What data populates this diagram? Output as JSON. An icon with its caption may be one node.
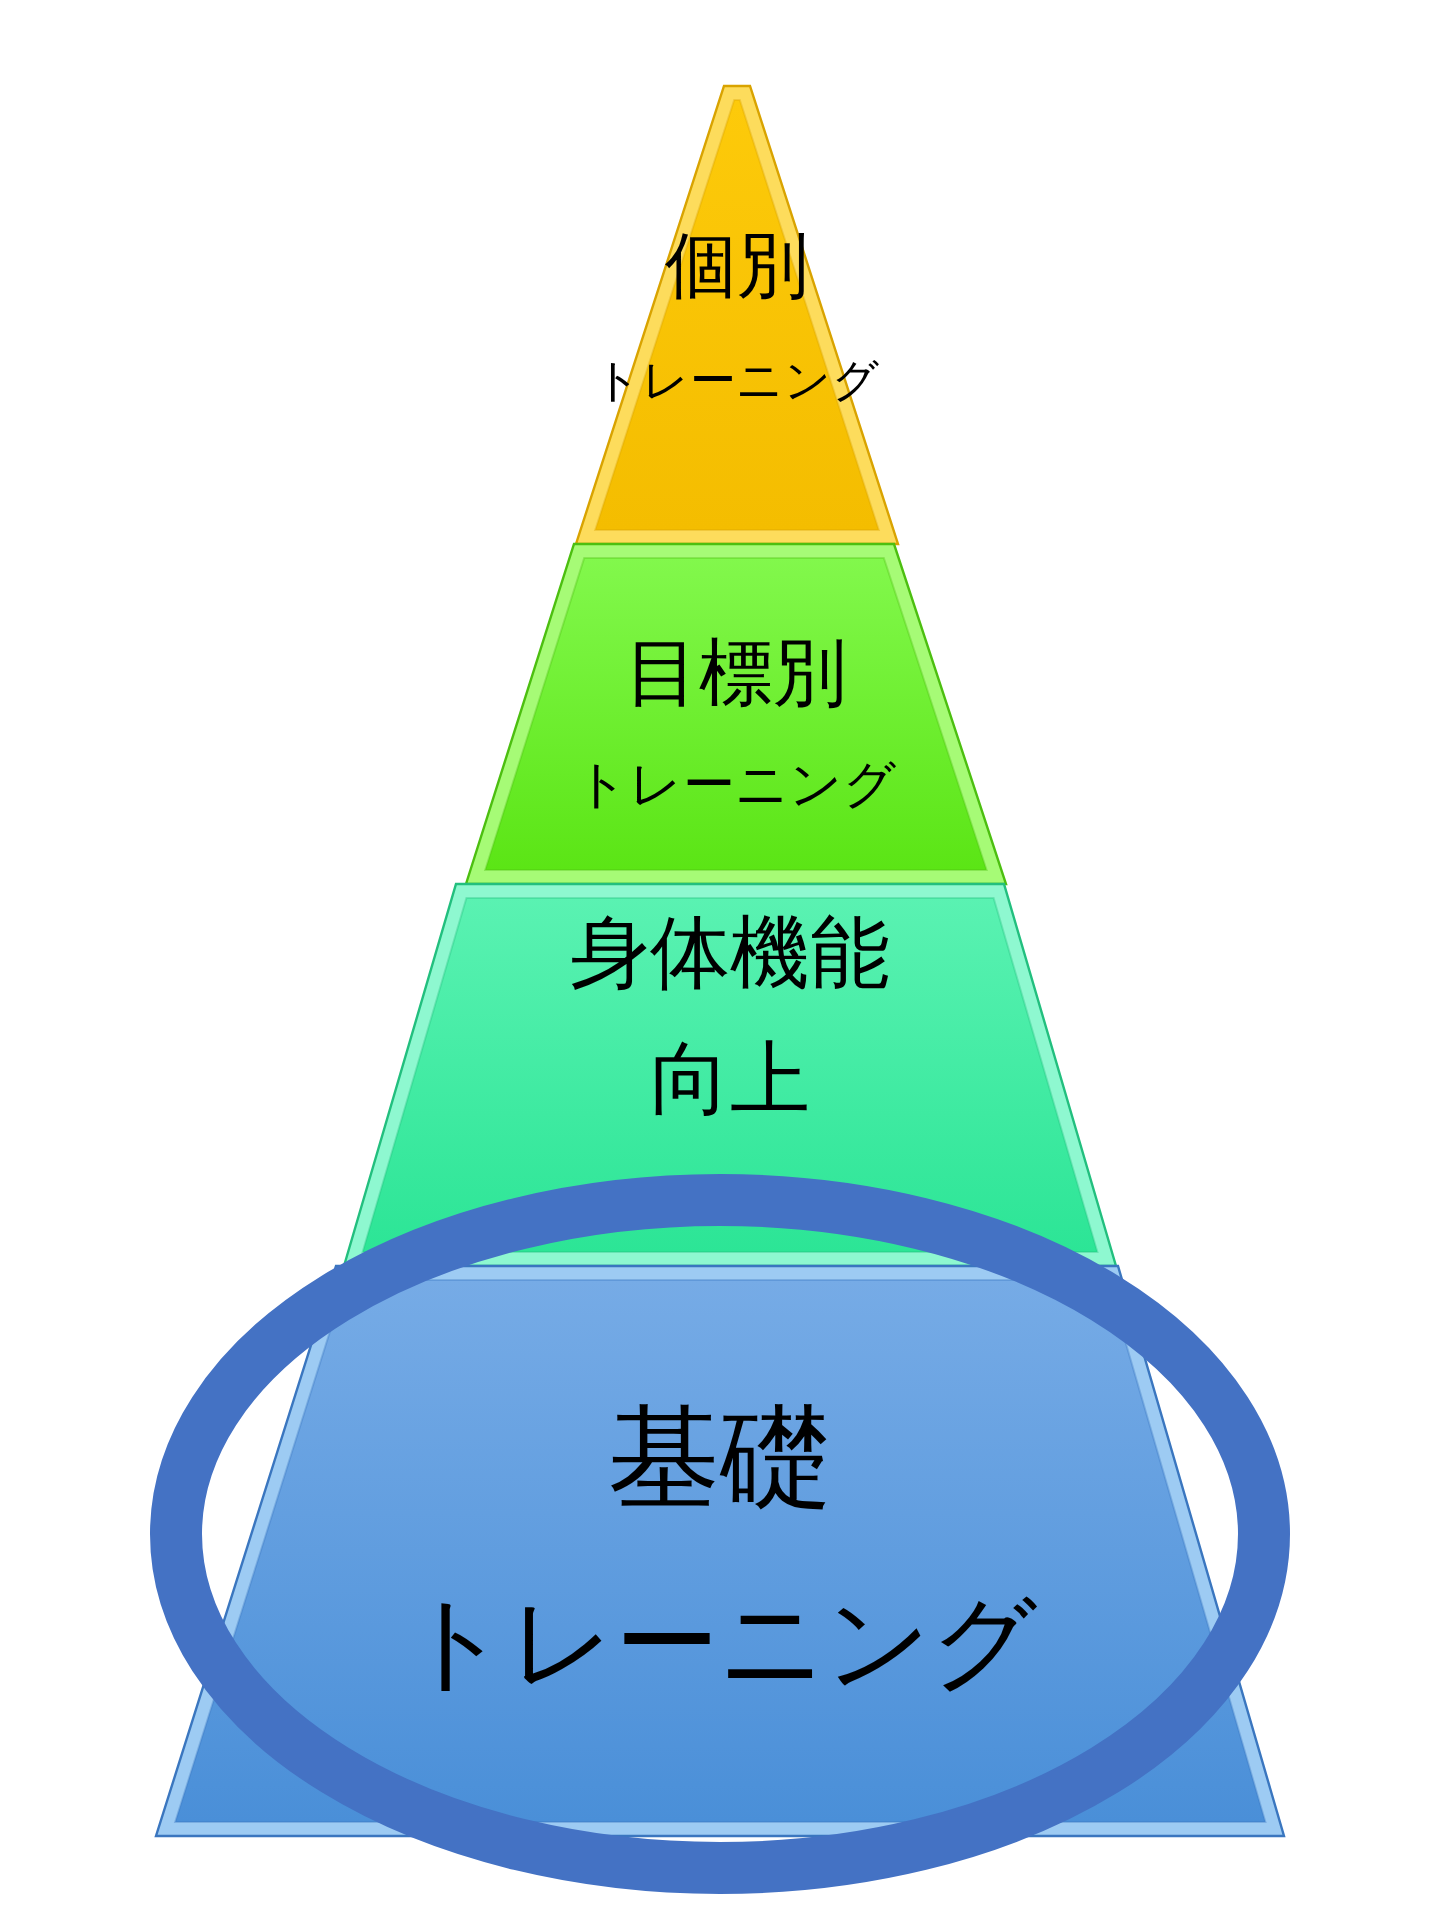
{
  "diagram": {
    "nodes": [
      {
        "text": [
          "個別",
          "トレーニング"
        ]
      },
      {
        "text": [
          "目標別",
          "トレーニング"
        ]
      },
      {
        "text": [
          "身体機能向上"
        ]
      },
      {
        "text": [
          "基礎",
          "トレーニング"
        ]
      }
    ]
  }
}
